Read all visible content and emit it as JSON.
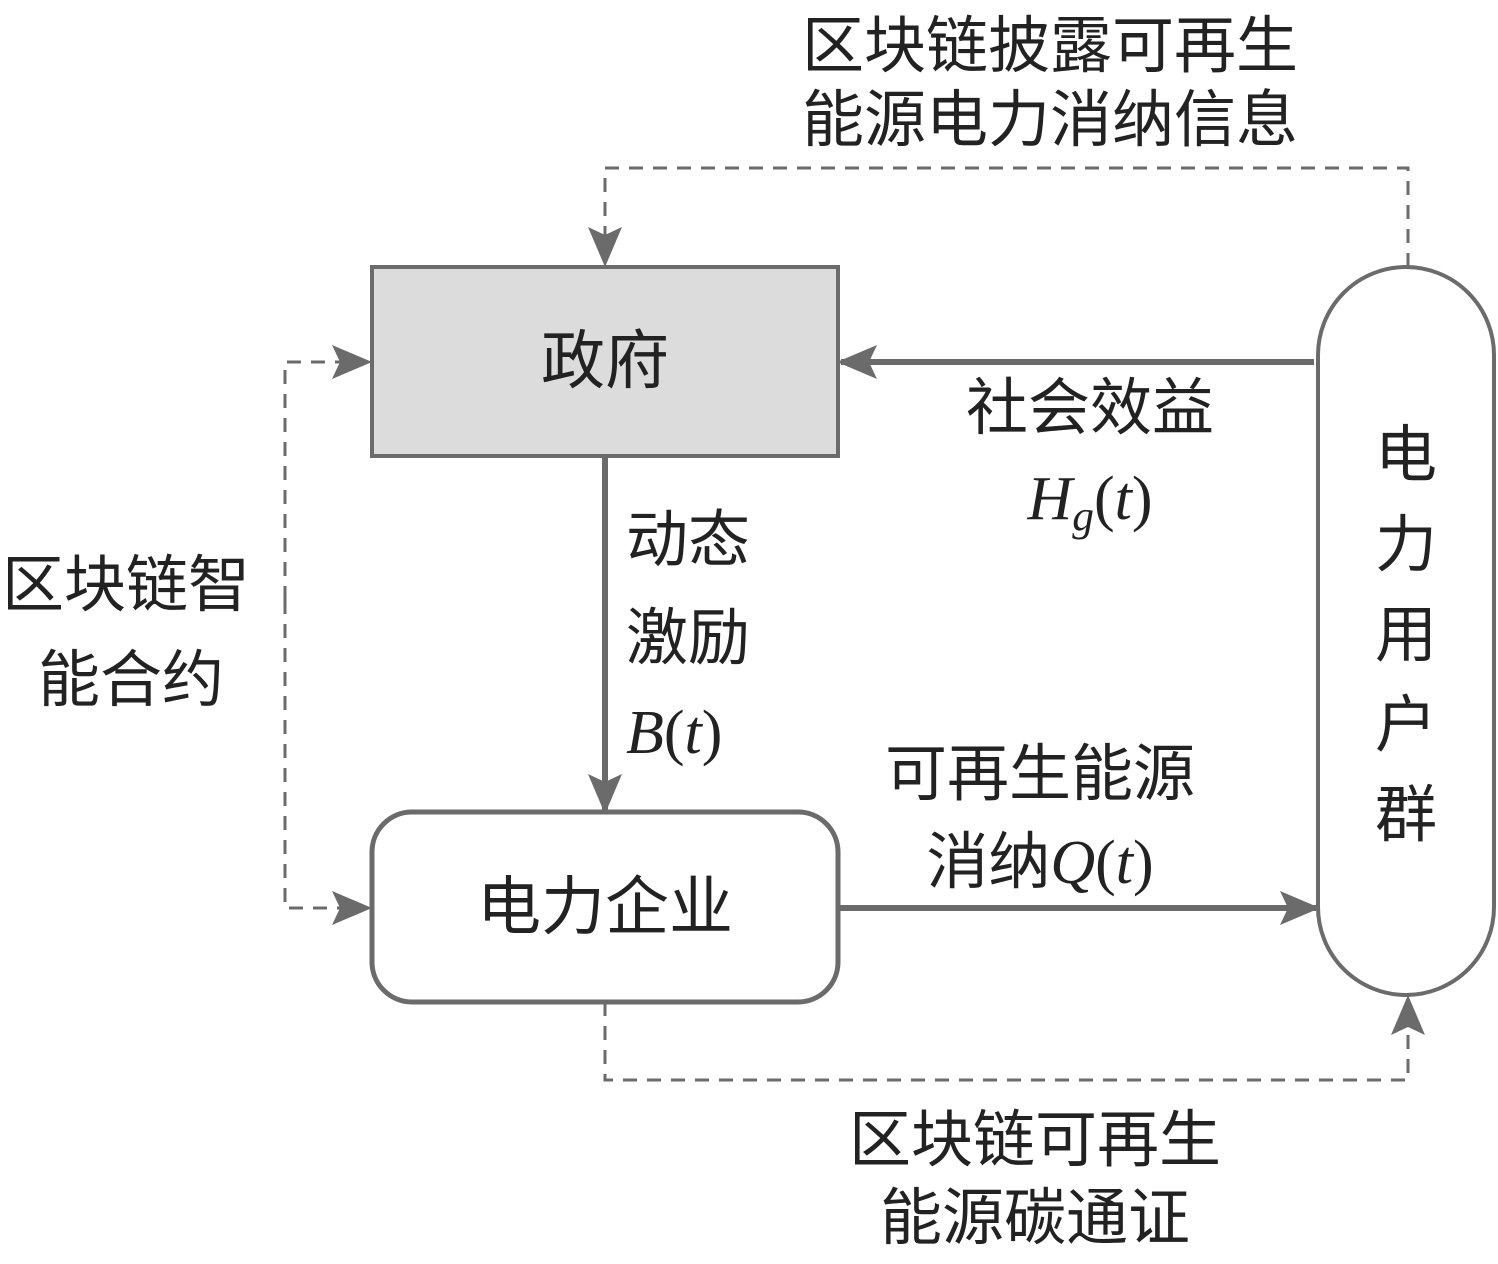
{
  "nodes": {
    "government": "政府",
    "power_enterprise": "电力企业",
    "power_users": "电力用户群"
  },
  "edges": {
    "top_dashed": [
      "区块链披露可再生",
      "能源电力消纳信息"
    ],
    "left_dashed": [
      "区块链智",
      "能合约"
    ],
    "bottom_dashed": [
      "区块链可再生",
      "能源碳通证"
    ],
    "incentive": {
      "line1": "动态",
      "line2": "激励",
      "var": "B",
      "arg": "t"
    },
    "social_benefit": {
      "line1": "社会效益",
      "var": "H",
      "sub": "g",
      "arg": "t"
    },
    "consumption": {
      "line1": "可再生能源",
      "prefix": "消纳",
      "var": "Q",
      "arg": "t"
    }
  },
  "colors": {
    "stroke": "#6b6b6b",
    "gov_fill": "#dcdcdc",
    "text": "#222222"
  }
}
